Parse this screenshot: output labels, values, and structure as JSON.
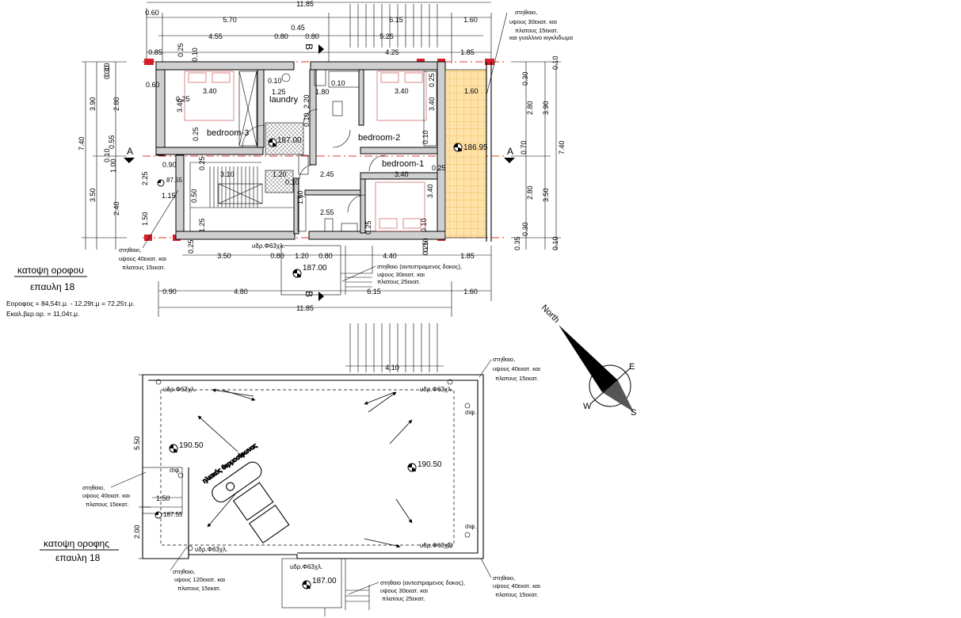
{
  "drawing": {
    "dims_top": {
      "total": "11.85",
      "row1": [
        "0.60",
        "5.70",
        "6.15",
        "1.60"
      ],
      "row2_a": "0.45",
      "row2": [
        "4.55",
        "0.80",
        "0.80",
        "5.25"
      ],
      "row3": [
        "0.85",
        "0.10",
        "4.25",
        "1.85"
      ]
    },
    "dims_left": [
      "7.40",
      "3.90",
      "3.50",
      "0.30",
      "2.80",
      "0.55",
      "0.10",
      "1.00",
      "2.40",
      "0.10",
      "0.90",
      "2.25",
      "1.15",
      "1.50"
    ],
    "dims_right": [
      "0.10",
      "0.30",
      "2.80",
      "3.90",
      "0.70",
      "7.40",
      "2.80",
      "3.50",
      "0.30",
      "0.35",
      "0.10"
    ],
    "dims_interior": [
      "0.25",
      "3.40",
      "0.60",
      "0.25",
      "3.40",
      "0.10",
      "1.25",
      "1.80",
      "0.10",
      "2.20",
      "0.10",
      "1.60",
      "3.40",
      "0.25",
      "3.40",
      "0.25",
      "0.10",
      "3.10",
      "1.20",
      "2.45",
      "0.10",
      "3.40",
      "0.25",
      "3.40",
      "0.25",
      "1.25",
      "0.50",
      "1.60",
      "2.55",
      "0.25",
      "0.10",
      "0.25"
    ],
    "dims_bottom": {
      "row1": [
        "0.25",
        "3.50",
        "0.80",
        "1.20",
        "0.80",
        "4.40",
        "0.10",
        "1.85"
      ],
      "row2": [
        "0.90",
        "4.80",
        "6.15",
        "1.60"
      ],
      "total": "11.85"
    },
    "rooms": [
      "bedroom-3",
      "laundry",
      "bedroom-2",
      "bedroom-1"
    ],
    "levels": {
      "stair": "187.00",
      "balcony": "186.95",
      "left": "87.55",
      "entry": "187.00"
    },
    "section_marks": {
      "a": "A",
      "b": "B"
    },
    "drain_label": "υδρ.Φ63χλ.",
    "notes": {
      "top_right": [
        "στηθαιο,",
        "υψους 30εκατ. και",
        "πλατους 15εκατ.",
        "και γυαλλινο κιγκλιδωμα"
      ],
      "left_mid": [
        "στηθαιο,",
        "υψους 40εκατ. και",
        "πλατους 15εκατ."
      ],
      "bottom_mid": [
        "στηθαιο (αντεστραμενος δοκος),",
        "υψους 30εκατ. και",
        "πλατους 25εκατ."
      ]
    },
    "titles": {
      "floor_title": "κατοψη οροφου",
      "floor_subtitle": "επαυλη 18",
      "area_line1": "Εοροφος = 84,54τ.μ. - 12,29τ.μ = 72,25τ.μ.",
      "area_line2": "Εκαλ.βερ.ορ. = 11,04τ.μ.",
      "roof_title": "κατοψη οροφης",
      "roof_subtitle": "επαυλη 18"
    },
    "roof": {
      "dim_top": "4.10",
      "dim_left_a": "5.50",
      "dim_left_b": "2.00",
      "dim_ledge": "1.50",
      "levels": [
        "190.50",
        "190.50",
        "187.55",
        "187.00"
      ],
      "tank_label": "ηλιακός θερμοσίφωνας",
      "sif": "σιφ.",
      "notes": {
        "right_top": [
          "στηθαιο,",
          "υψους 40εκατ. και",
          "πλατους 15εκατ."
        ],
        "left": [
          "στηθαιο,",
          "υψους 40εκατ. και",
          "πλατους 15εκατ."
        ],
        "left_bottom": [
          "στηθαιο,",
          "υψους 120εκατ. και",
          "πλατους 15εκατ."
        ],
        "bottom_mid": [
          "στηθαιο (αντεστραμενος δοκος),",
          "υψους 30εκατ. και",
          "πλατους 25εκατ."
        ],
        "right_bottom": [
          "στηθαιο,",
          "υψους 40εκατ. και",
          "πλατους 15εκατ."
        ]
      }
    },
    "compass": {
      "north": "North",
      "east": "E",
      "west": "W",
      "south": "S"
    }
  }
}
